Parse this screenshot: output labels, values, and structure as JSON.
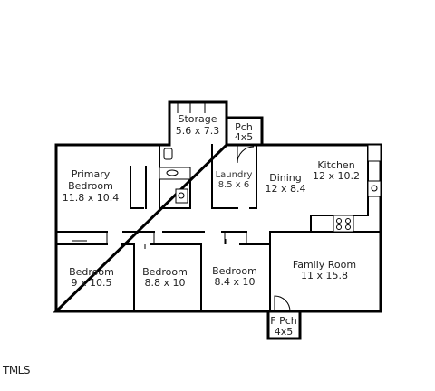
{
  "rooms": {
    "storage": {
      "name": "Storage",
      "dims": "5.6 x 7.3"
    },
    "porch": {
      "name": "Pch",
      "dims": "4x5"
    },
    "primary_bedroom": {
      "name1": "Primary",
      "name2": "Bedroom",
      "dims": "11.8 x 10.4"
    },
    "laundry": {
      "name": "Laundry",
      "dims": "8.5 x 6"
    },
    "dining": {
      "name": "Dining",
      "dims": "12 x 8.4"
    },
    "kitchen": {
      "name": "Kitchen",
      "dims": "12 x 10.2"
    },
    "bedroom_1": {
      "name": "Bedroom",
      "dims": "9 x 10.5"
    },
    "bedroom_2": {
      "name": "Bedroom",
      "dims": "8.8 x 10"
    },
    "bedroom_3": {
      "name": "Bedroom",
      "dims": "8.4 x 10"
    },
    "family_room": {
      "name": "Family Room",
      "dims": "11 x 15.8"
    },
    "front_porch": {
      "name": "F Pch",
      "dims": "4x5"
    }
  },
  "watermark": "TMLS"
}
